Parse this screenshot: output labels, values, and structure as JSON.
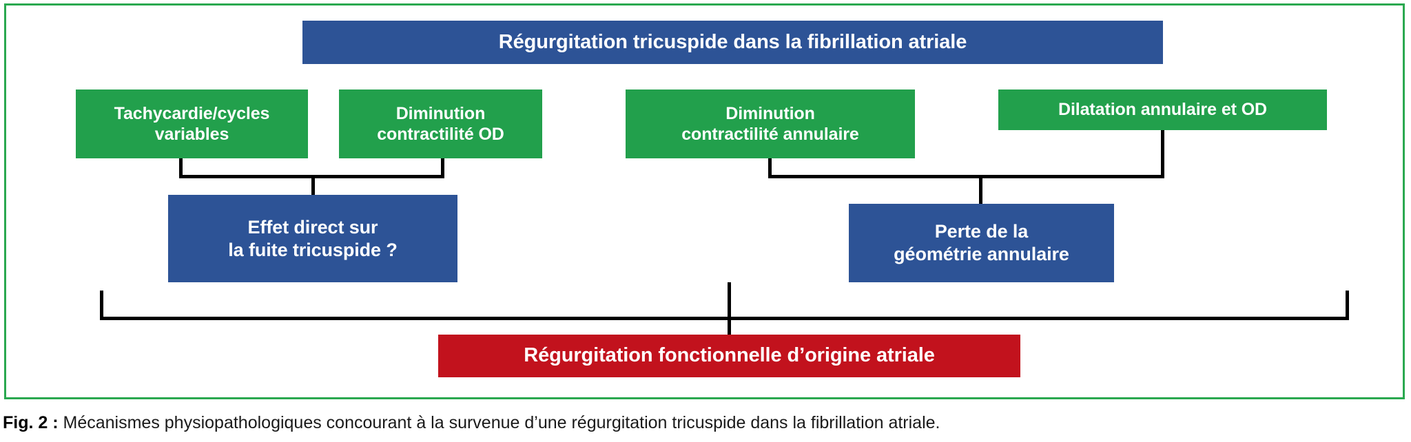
{
  "figure": {
    "frame_color": "#2aa84f",
    "caption_label": "Fig. 2 :",
    "caption_text": "Mécanismes physiopathologiques concourant à la survenue d’une régurgitation tricuspide dans la fibrillation atriale."
  },
  "colors": {
    "blue": "#2d5396",
    "green": "#22a04c",
    "red": "#c2121d",
    "connector": "#000000",
    "frame": "#2aa84f",
    "text_on_fill": "#ffffff"
  },
  "diagram": {
    "type": "flowchart",
    "title_node": {
      "label": "Régurgitation tricuspide dans la fibrillation atriale",
      "color": "blue",
      "row": 1
    },
    "cause_nodes": [
      {
        "id": "tachycardie",
        "line1": "Tachycardie/cycles",
        "line2": "variables",
        "color": "green",
        "row": 2
      },
      {
        "id": "contractilite-od",
        "line1": "Diminution",
        "line2": "contractilité OD",
        "color": "green",
        "row": 2
      },
      {
        "id": "contractilite-ann",
        "line1": "Diminution",
        "line2": "contractilité annulaire",
        "color": "green",
        "row": 2
      },
      {
        "id": "dilatation",
        "line1": "Dilatation annulaire et OD",
        "line2": "",
        "color": "green",
        "row": 2
      }
    ],
    "intermediate_nodes": [
      {
        "id": "effet-direct",
        "line1": "Effet direct sur",
        "line2": "la fuite tricuspide ?",
        "color": "blue",
        "row": 3
      },
      {
        "id": "perte-geometrie",
        "line1": "Perte de la",
        "line2": "géométrie annulaire",
        "color": "blue",
        "row": 3
      }
    ],
    "outcome_node": {
      "label": "Régurgitation fonctionnelle d’origine atriale",
      "color": "red",
      "row": 4
    },
    "edges": [
      {
        "from": [
          "tachycardie",
          "contractilite-od"
        ],
        "to": "effet-direct",
        "style": "bracket"
      },
      {
        "from": [
          "contractilite-ann",
          "dilatation"
        ],
        "to": "perte-geometrie",
        "style": "bracket"
      },
      {
        "from": [
          "effet-direct",
          "perte-geometrie"
        ],
        "to": "outcome",
        "style": "bracket"
      }
    ]
  }
}
